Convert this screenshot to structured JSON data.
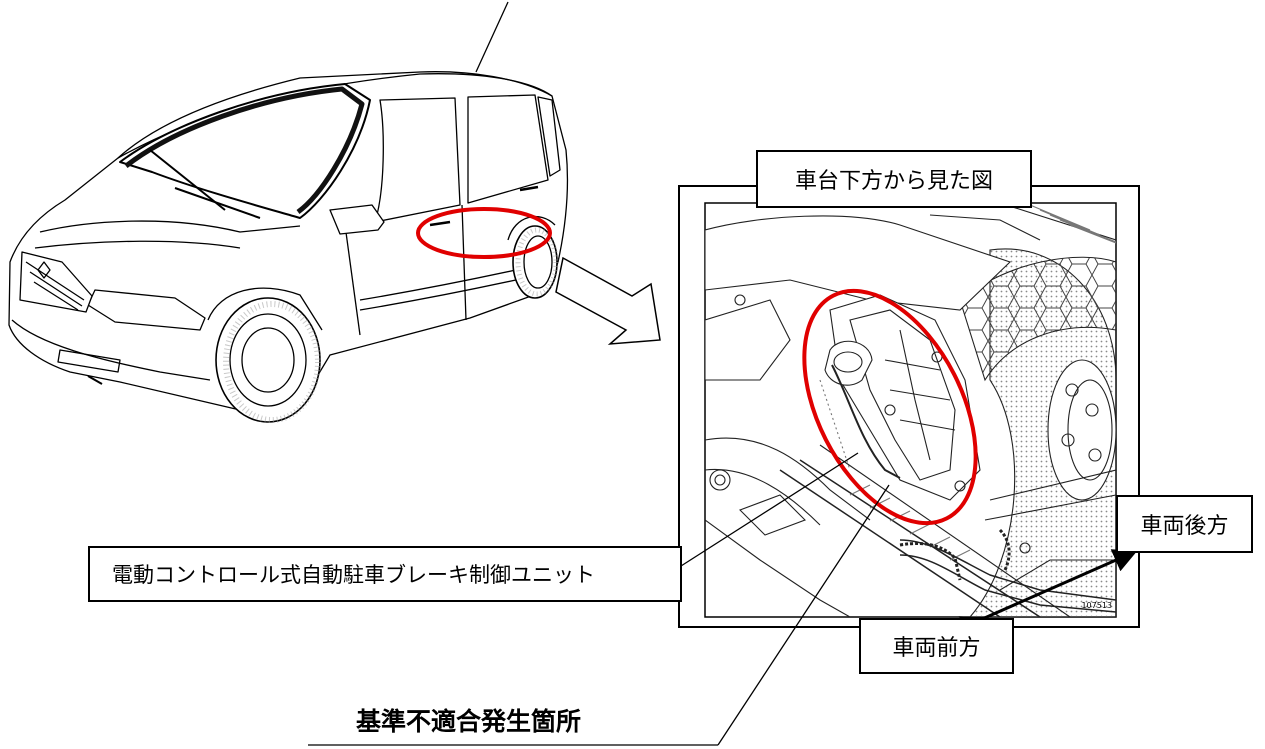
{
  "labels": {
    "view_from_below": "車台下方から見た図",
    "control_unit": "電動コントロール式自動駐車ブレーキ制御ユニット",
    "vehicle_rear": "車両後方",
    "vehicle_front": "車両前方",
    "nonconformity_location": "基準不適合発生箇所",
    "figure_number": "107513"
  },
  "colors": {
    "highlight": "#e00000",
    "line": "#000000",
    "stipple": "#9a9a9a"
  }
}
